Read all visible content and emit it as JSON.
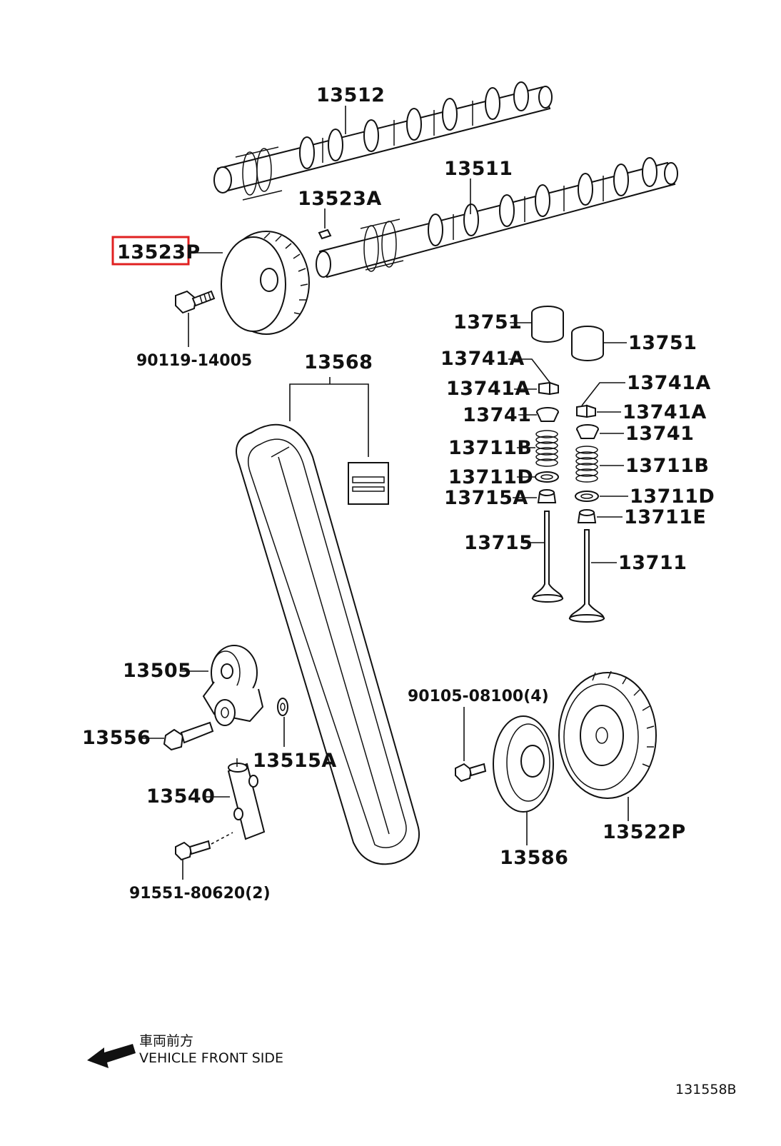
{
  "diagram": {
    "parts": {
      "p13512": "13512",
      "p13511": "13511",
      "p13523A": "13523A",
      "p13523P": "13523P",
      "p90119": "90119-14005",
      "p13568": "13568",
      "p13751_left": "13751",
      "p13751_right": "13751",
      "p13741A_1": "13741A",
      "p13741A_2": "13741A",
      "p13741A_3": "13741A",
      "p13741A_4": "13741A",
      "p13741_left": "13741",
      "p13741_right": "13741",
      "p13711B_left": "13711B",
      "p13711B_right": "13711B",
      "p13711D_left": "13711D",
      "p13711D_right": "13711D",
      "p13715A": "13715A",
      "p13711E": "13711E",
      "p13715": "13715",
      "p13711": "13711",
      "p13505": "13505",
      "p13556": "13556",
      "p13515A": "13515A",
      "p13540": "13540",
      "p91551": "91551-80620(2)",
      "p90105": "90105-08100(4)",
      "p13586": "13586",
      "p13522P": "13522P"
    },
    "highlight_color": "#e02020",
    "direction_jp": "車両前方",
    "direction_en": "VEHICLE FRONT SIDE",
    "figure_code": "131558B"
  }
}
